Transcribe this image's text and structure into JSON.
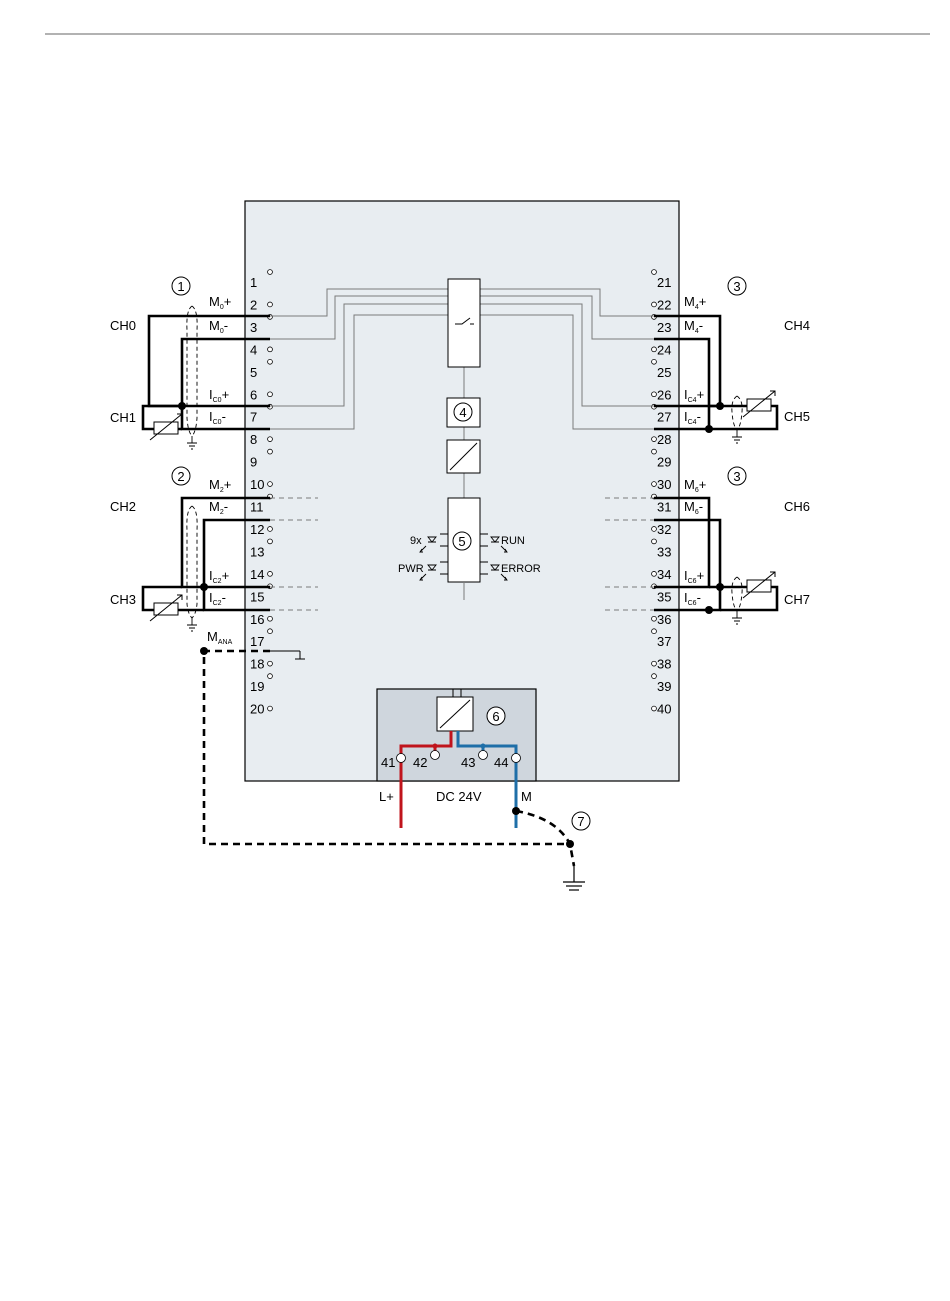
{
  "colors": {
    "module_fill": "#e8edf1",
    "psu_fill": "#cfd6dd",
    "supply_positive": "#c0141c",
    "supply_negative": "#1f6fa8",
    "wire": "#000000",
    "internal_bus": "#7a7a7a"
  },
  "channels": {
    "ch0": "CH0",
    "ch1": "CH1",
    "ch2": "CH2",
    "ch3": "CH3",
    "ch4": "CH4",
    "ch5": "CH5",
    "ch6": "CH6",
    "ch7": "CH7"
  },
  "callouts": {
    "c1": "1",
    "c2": "2",
    "c3a": "3",
    "c3b": "3",
    "c4": "4",
    "c5": "5",
    "c6": "6",
    "c7": "7"
  },
  "left_terminals": [
    "1",
    "2",
    "3",
    "4",
    "5",
    "6",
    "7",
    "8",
    "9",
    "10",
    "11",
    "12",
    "13",
    "14",
    "15",
    "16",
    "17",
    "18",
    "19",
    "20"
  ],
  "right_terminals": [
    "21",
    "22",
    "23",
    "24",
    "25",
    "26",
    "27",
    "28",
    "29",
    "30",
    "31",
    "32",
    "33",
    "34",
    "35",
    "36",
    "37",
    "38",
    "39",
    "40"
  ],
  "signals": {
    "m0p": {
      "base": "M",
      "sub": "0",
      "sign": "+"
    },
    "m0m": {
      "base": "M",
      "sub": "0",
      "sign": "-"
    },
    "ic0p": {
      "base": "I",
      "sub": "C0",
      "sign": "+"
    },
    "ic0m": {
      "base": "I",
      "sub": "C0",
      "sign": "-"
    },
    "m2p": {
      "base": "M",
      "sub": "2",
      "sign": "+"
    },
    "m2m": {
      "base": "M",
      "sub": "2",
      "sign": "-"
    },
    "ic2p": {
      "base": "I",
      "sub": "C2",
      "sign": "+"
    },
    "ic2m": {
      "base": "I",
      "sub": "C2",
      "sign": "-"
    },
    "m4p": {
      "base": "M",
      "sub": "4",
      "sign": "+"
    },
    "m4m": {
      "base": "M",
      "sub": "4",
      "sign": "-"
    },
    "ic4p": {
      "base": "I",
      "sub": "C4",
      "sign": "+"
    },
    "ic4m": {
      "base": "I",
      "sub": "C4",
      "sign": "-"
    },
    "m6p": {
      "base": "M",
      "sub": "6",
      "sign": "+"
    },
    "m6m": {
      "base": "M",
      "sub": "6",
      "sign": "-"
    },
    "ic6p": {
      "base": "I",
      "sub": "C6",
      "sign": "+"
    },
    "ic6m": {
      "base": "I",
      "sub": "C6",
      "sign": "-"
    },
    "mana": {
      "base": "M",
      "sub": "ANA",
      "sign": ""
    }
  },
  "leds": {
    "count": "9x",
    "run": "RUN",
    "pwr": "PWR",
    "error": "ERROR"
  },
  "power": {
    "t41": "41",
    "t42": "42",
    "t43": "43",
    "t44": "44",
    "lplus": "L+",
    "dc": "DC 24V",
    "m": "M"
  }
}
